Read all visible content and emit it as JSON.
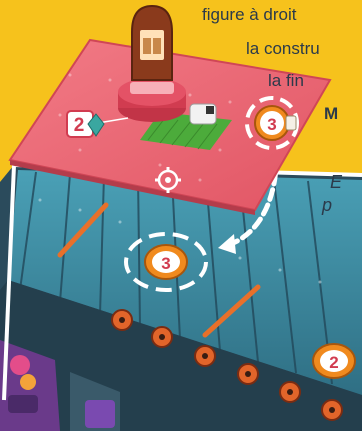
{
  "rules_text": {
    "line1": "figure à droit",
    "line2": "la constru",
    "line3": "la fin",
    "line4": "M",
    "line5": "E",
    "line6": "p"
  },
  "board_tile": {
    "cost_value": "2",
    "cost_icon": "crystal-icon",
    "gear_icon": "gear-icon"
  },
  "token_on_tile": {
    "value": "3"
  },
  "token_on_belt": {
    "value": "3"
  },
  "belt_token": {
    "value": "2"
  },
  "colors": {
    "background": "#f6c21c",
    "tile": "#ee6673",
    "belt": "#3f8fa3",
    "token": "#f08a1e",
    "arrow": "#ffffff"
  }
}
